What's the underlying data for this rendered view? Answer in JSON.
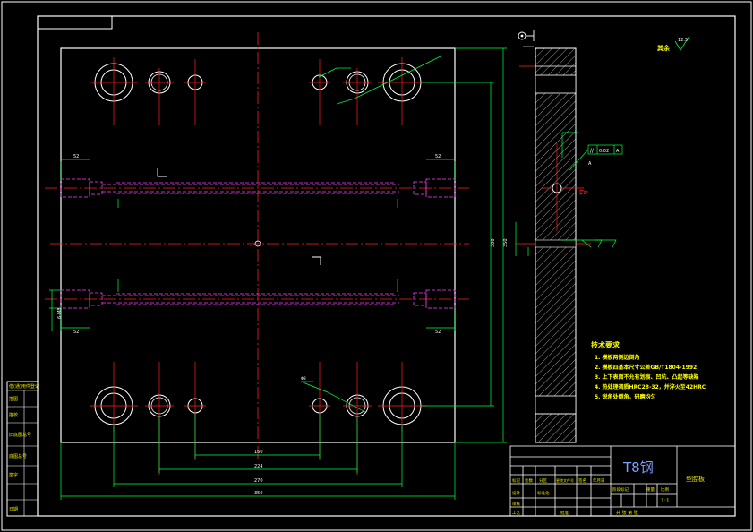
{
  "material": "T8钢",
  "drawing_name": "型腔板",
  "scale": "1:1",
  "roughness": {
    "label": "其余",
    "value": "12.5"
  },
  "datum_label": "A",
  "tolerance_frame": {
    "symbol": "//",
    "value": "0.02",
    "datum": "A"
  },
  "technical_requirements": {
    "title": "技术要求",
    "items": [
      "1. 模板两侧边倒角",
      "2. 模板四基本尺寸公差GB/T1804-1992",
      "3. 上下表面不允有划痕、凹坑、凸起等缺陷",
      "4. 热处理调质HRC28-32，并淬火至42HRC",
      "5. 锐角处倒角，研磨均匀"
    ]
  },
  "dimensions": {
    "overall_width": "350",
    "inner_width_1": "270",
    "inner_width_2": "224",
    "inner_width_3": "160",
    "overall_height": "350",
    "height_2": "300",
    "bore_left_top": "52",
    "bore_right_top": "52",
    "bore_left_bottom": "52",
    "bore_right_bottom": "52",
    "small_dia": "Φ8",
    "note_side": "6-M8"
  },
  "title_block": {
    "headers": [
      "标记",
      "处数",
      "分区",
      "更改文件号",
      "签名",
      "年月日"
    ],
    "rows": [
      "设计",
      "审核",
      "工艺",
      "批准"
    ],
    "stage_labels": [
      "阶段标记",
      "重量",
      "比例"
    ],
    "sheet_info": "共  张  第  张",
    "std_label": "标准化"
  },
  "side_strip": {
    "labels": [
      "借(通)用件登记",
      "描图",
      "描校",
      "旧底图总号",
      "底图总号",
      "签字",
      "日期"
    ]
  }
}
